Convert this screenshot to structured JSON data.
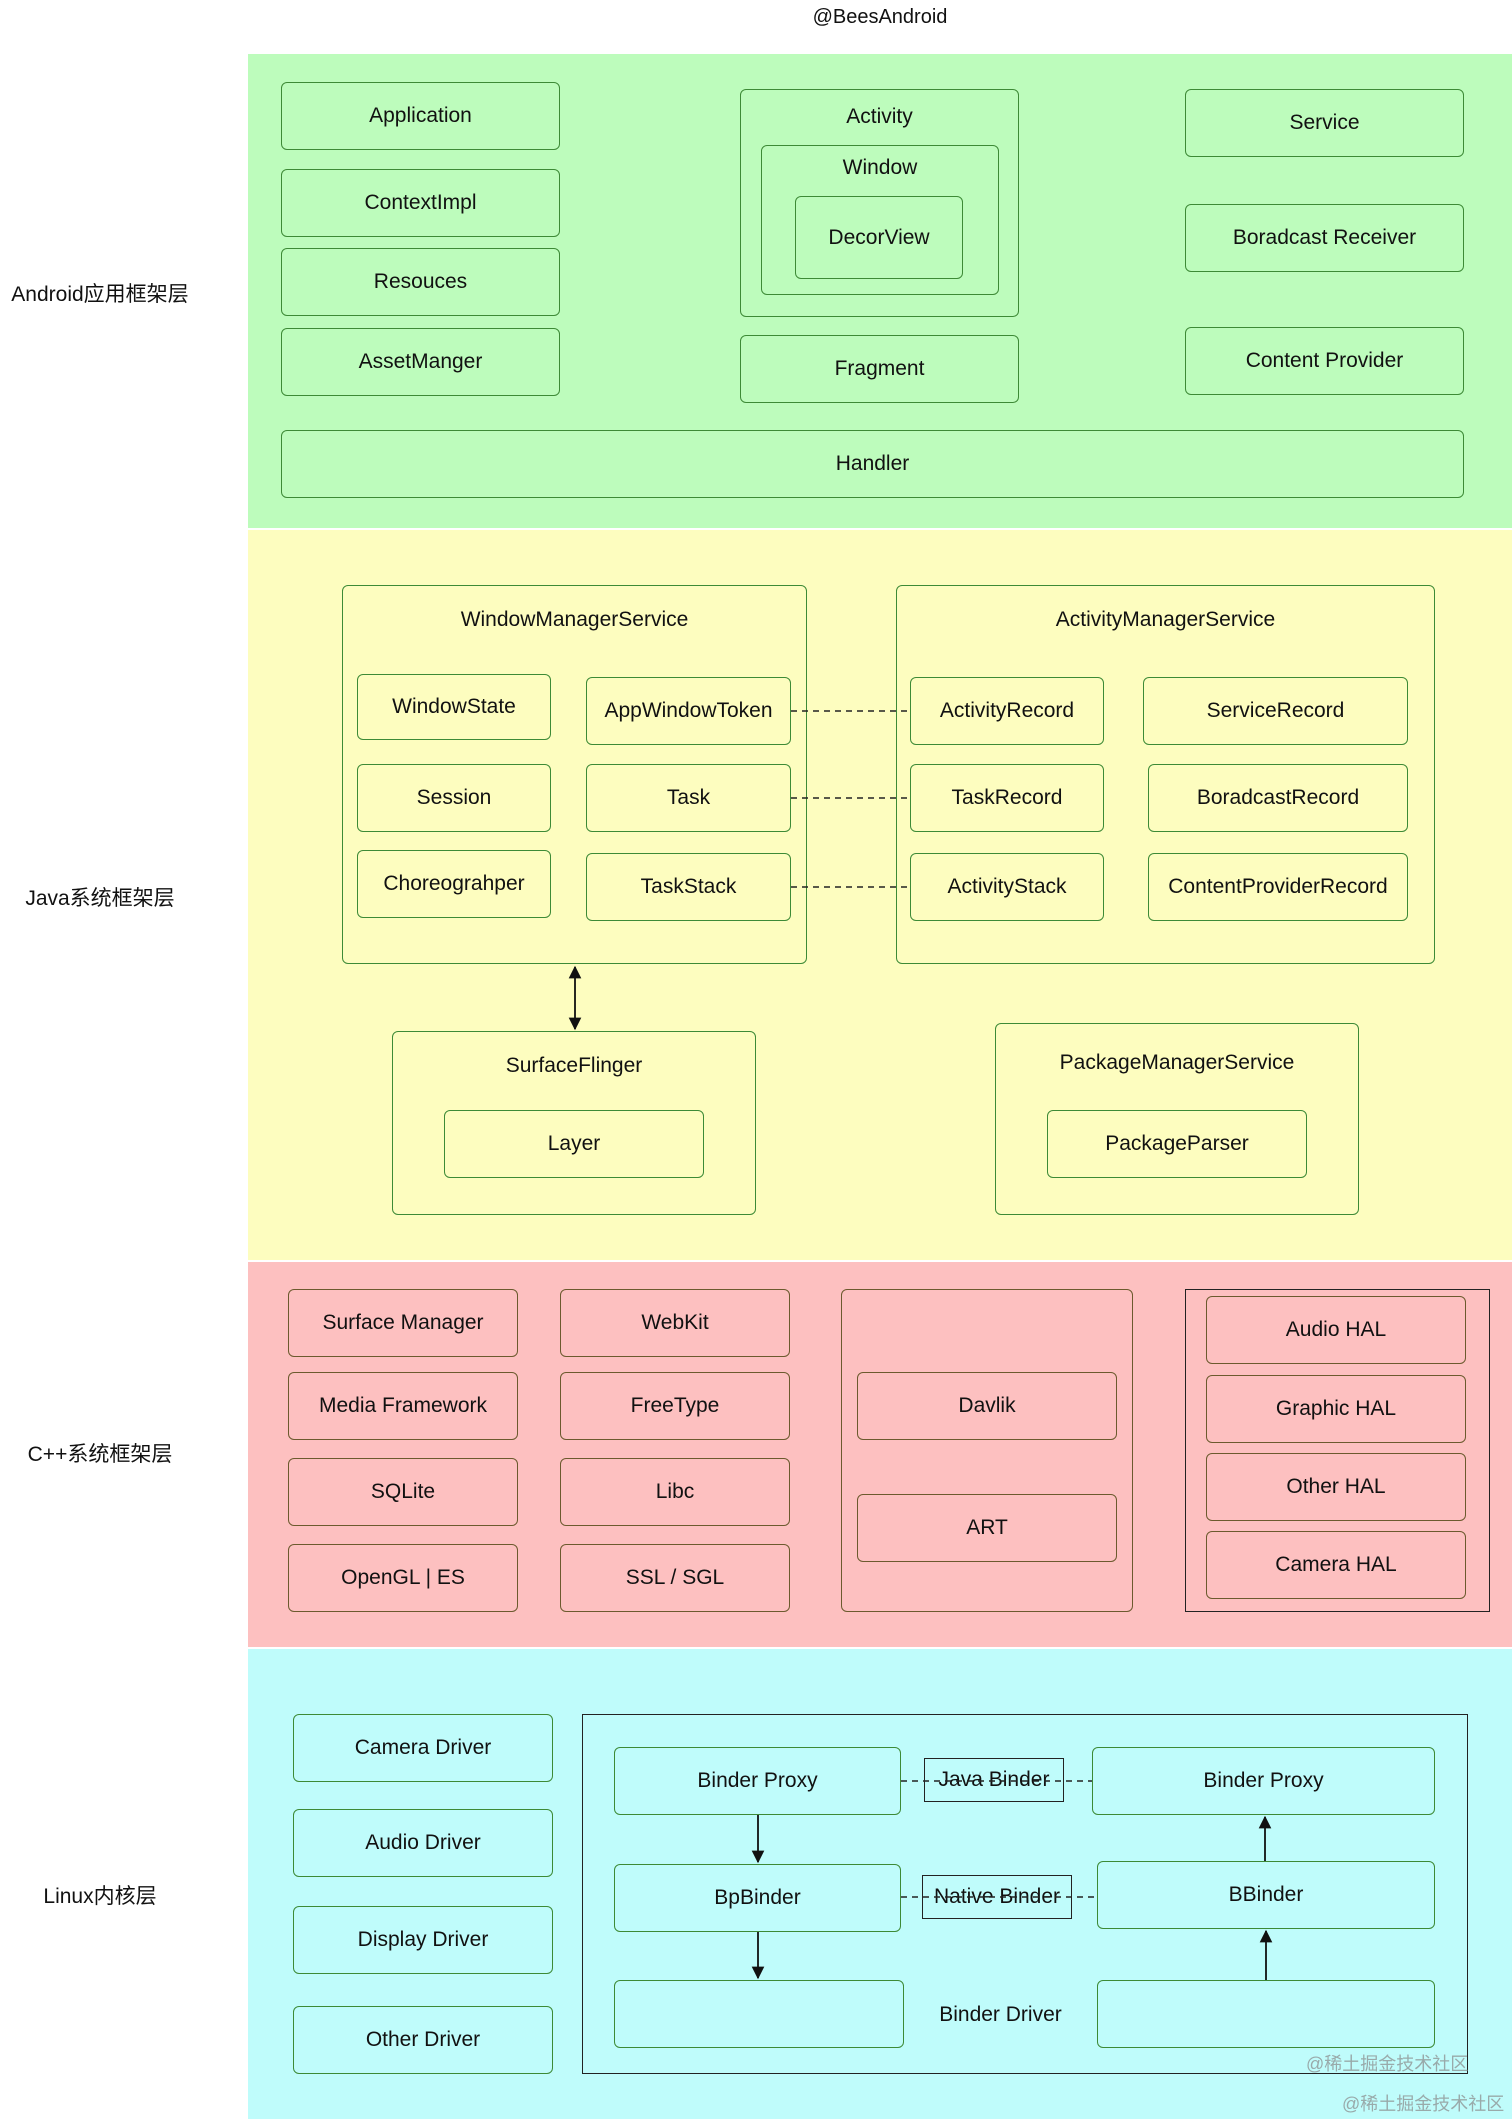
{
  "header": {
    "tag": "@BeesAndroid"
  },
  "layers": {
    "app": "Android应用框架层",
    "java": "Java系统框架层",
    "cpp": "C++系统框架层",
    "linux": "Linux内核层"
  },
  "app": {
    "application": "Application",
    "contextimpl": "ContextImpl",
    "resources": "Resouces",
    "assetmanager": "AssetManger",
    "activity": "Activity",
    "window": "Window",
    "decorview": "DecorView",
    "fragment": "Fragment",
    "service": "Service",
    "broadcast_receiver": "Boradcast Receiver",
    "content_provider": "Content Provider",
    "handler": "Handler"
  },
  "java": {
    "wms": "WindowManagerService",
    "window_state": "WindowState",
    "app_window_token": "AppWindowToken",
    "session": "Session",
    "task": "Task",
    "choreographer": "Choreograhper",
    "task_stack": "TaskStack",
    "ams": "ActivityManagerService",
    "activity_record": "ActivityRecord",
    "service_record": "ServiceRecord",
    "task_record": "TaskRecord",
    "broadcast_record": "BoradcastRecord",
    "activity_stack": "ActivityStack",
    "content_provider_record": "ContentProviderRecord",
    "surface_flinger": "SurfaceFlinger",
    "layer": "Layer",
    "pms": "PackageManagerService",
    "package_parser": "PackageParser"
  },
  "cpp": {
    "surface_manager": "Surface Manager",
    "media_framework": "Media Framework",
    "sqlite": "SQLite",
    "opengl": "OpenGL | ES",
    "webkit": "WebKit",
    "freetype": "FreeType",
    "libc": "Libc",
    "ssl": "SSL / SGL",
    "davlik": "Davlik",
    "art": "ART",
    "audio_hal": "Audio HAL",
    "graphic_hal": "Graphic HAL",
    "other_hal": "Other HAL",
    "camera_hal": "Camera HAL"
  },
  "linux": {
    "camera_driver": "Camera Driver",
    "audio_driver": "Audio Driver",
    "display_driver": "Display Driver",
    "other_driver": "Other Driver",
    "binder_proxy_left": "Binder Proxy",
    "java_binder": "Java Binder",
    "binder_proxy_right": "Binder Proxy",
    "bpbinder": "BpBinder",
    "native_binder": "Native Binder",
    "bbinder": "BBinder",
    "binder_driver": "Binder Driver"
  },
  "watermark": "@稀土掘金技术社区",
  "colors": {
    "app_band": "#bdfcbc",
    "java_band": "#fdfdbf",
    "cpp_band": "#fdc0c0",
    "linux_band": "#bffcfb",
    "border": "#3d8a36"
  }
}
